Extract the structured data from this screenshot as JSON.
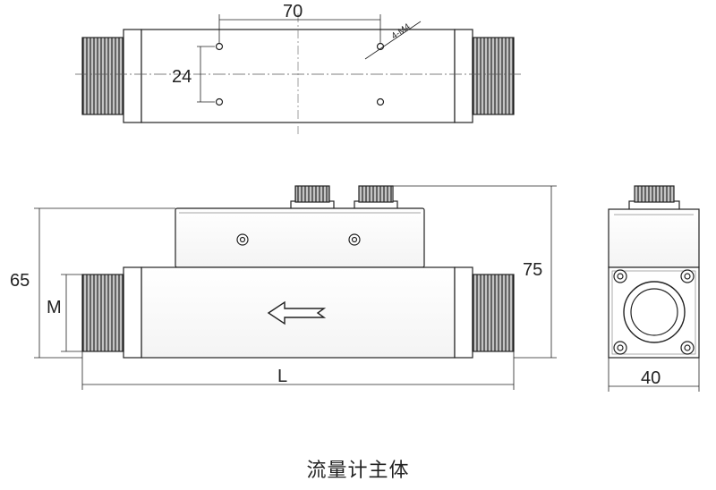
{
  "top_view": {
    "dim_hole_spacing": "70",
    "dim_hole_pitch": "24",
    "thread_callout": "4-M4"
  },
  "front_view": {
    "dim_height_body": "65",
    "dim_thread": "M",
    "dim_height_total": "75",
    "dim_length": "L"
  },
  "side_view": {
    "dim_width": "40"
  },
  "caption": "流量计主体"
}
